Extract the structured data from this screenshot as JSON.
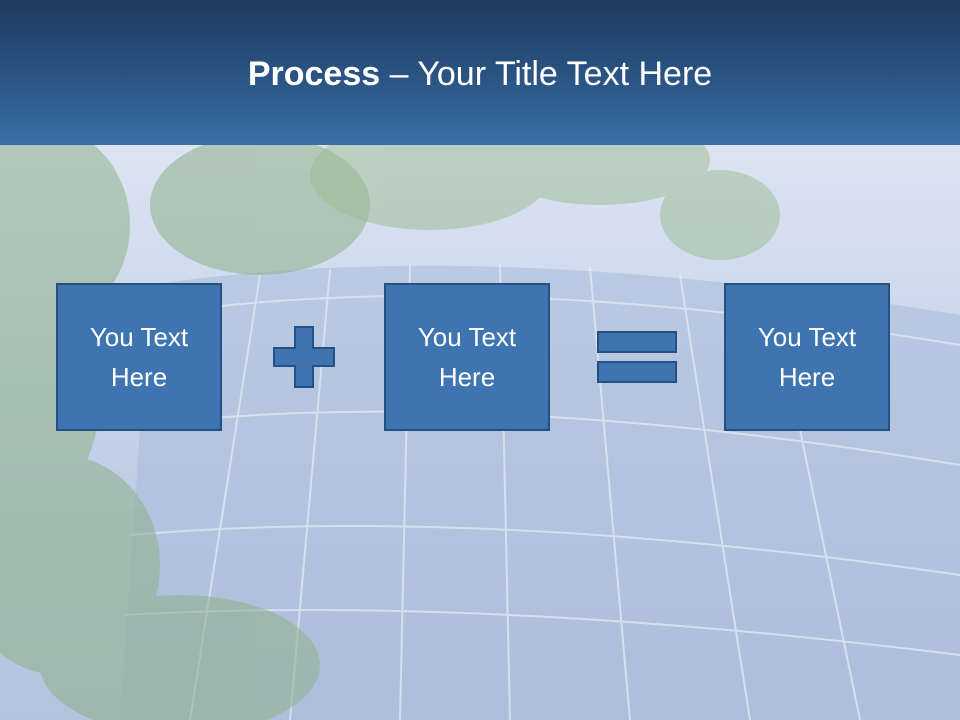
{
  "title": {
    "bold": "Process",
    "rest": " – Your Title Text Here"
  },
  "boxes": [
    {
      "text": "You Text\nHere"
    },
    {
      "text": "You Text\nHere"
    },
    {
      "text": "You Text\nHere"
    }
  ],
  "operators": [
    "plus",
    "equals"
  ],
  "colors": {
    "title_bar": "#2a5584",
    "box_fill": "#3e74b0",
    "box_border": "#25507f"
  }
}
